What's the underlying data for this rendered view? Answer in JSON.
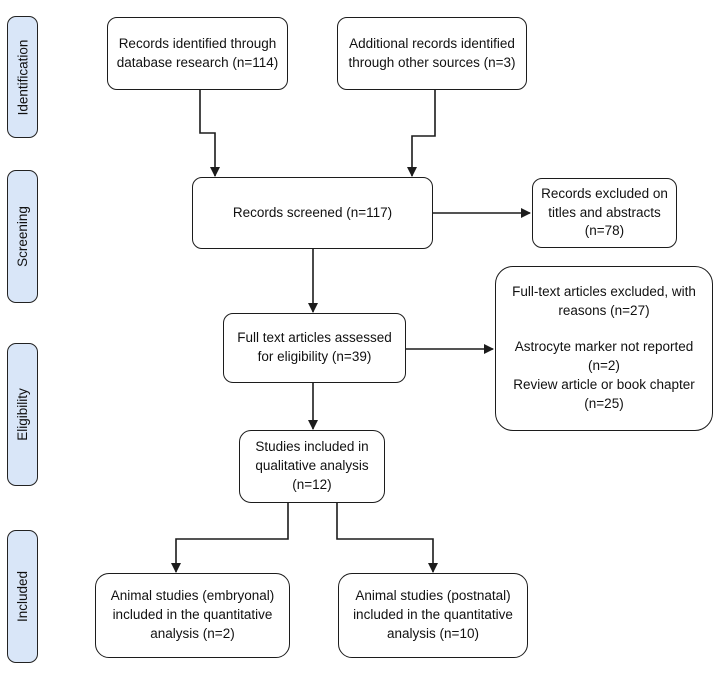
{
  "figure": {
    "type": "prisma-flow-diagram",
    "colors": {
      "stage_fill": "#d9e6f8",
      "stage_border": "#222222",
      "node_fill": "#ffffff",
      "node_border": "#1c1c1c",
      "arrow": "#1c1c1c",
      "text": "#111111"
    },
    "stages": [
      {
        "id": "identification",
        "label": "Identification"
      },
      {
        "id": "screening",
        "label": "Screening"
      },
      {
        "id": "eligibility",
        "label": "Eligibility"
      },
      {
        "id": "included",
        "label": "Included"
      }
    ],
    "nodes": {
      "records_identified": {
        "text": "Records identified through\ndatabase research (n=114)"
      },
      "additional_records": {
        "text": "Additional records identified\nthrough other sources (n=3)"
      },
      "records_screened": {
        "text": "Records screened (n=117)"
      },
      "records_excluded": {
        "text": "Records excluded on\ntitles and abstracts\n(n=78)"
      },
      "fulltext_assessed": {
        "text": "Full text articles assessed\nfor eligibility (n=39)"
      },
      "fulltext_excluded": {
        "header": "Full-text articles excluded, with\nreasons (n=27)",
        "reason1": "Astrocyte marker not reported\n(n=2)",
        "reason2": "Review article or book chapter\n(n=25)"
      },
      "qualitative_included": {
        "text": "Studies included in\nqualitative analysis\n(n=12)"
      },
      "quantitative_embryonal": {
        "text": "Animal studies (embryonal)\nincluded in the quantitative\nanalysis (n=2)"
      },
      "quantitative_postnatal": {
        "text": "Animal studies (postnatal)\nincluded in the quantitative\nanalysis (n=10)"
      }
    }
  }
}
